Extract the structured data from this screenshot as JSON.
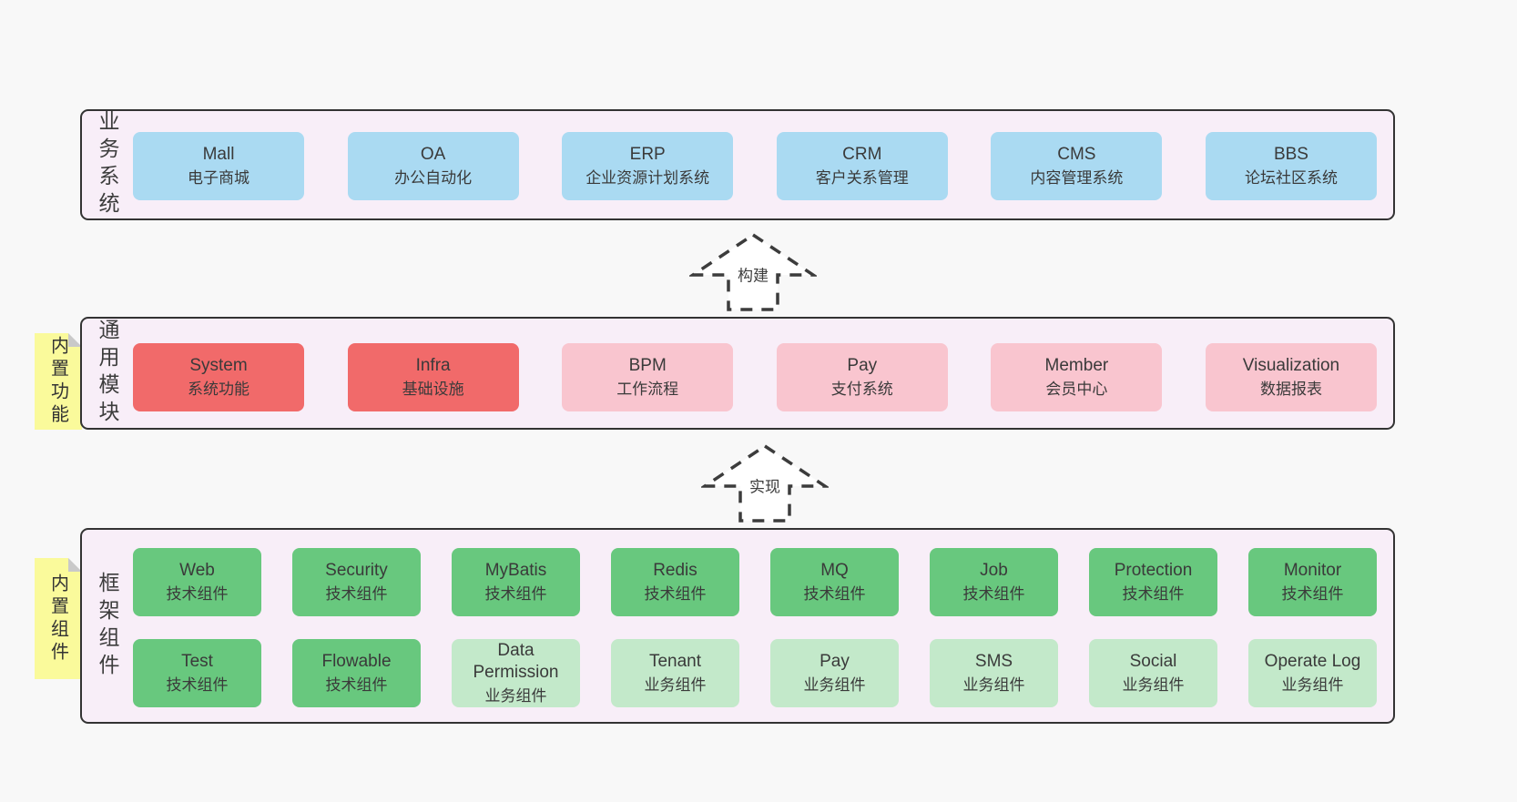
{
  "page": {
    "background": "#f8f8f8"
  },
  "colors": {
    "band_fill": "#f8eef8",
    "band_border": "#333333",
    "blue": "#aadaf2",
    "red": "#f16a6a",
    "pink": "#f9c5cf",
    "green": "#68c87e",
    "green_light": "#c3e9ca",
    "note_yellow": "#fafa9b",
    "text": "#3a3a3a"
  },
  "arrows": [
    {
      "label": "构建"
    },
    {
      "label": "实现"
    }
  ],
  "notes": [
    {
      "label": "内置功能"
    },
    {
      "label": "内置组件"
    }
  ],
  "bands": [
    {
      "label": "业务系统",
      "boxes": [
        {
          "name": "Mall",
          "subtitle": "电子商城",
          "variant": "blue"
        },
        {
          "name": "OA",
          "subtitle": "办公自动化",
          "variant": "blue"
        },
        {
          "name": "ERP",
          "subtitle": "企业资源计划系统",
          "variant": "blue"
        },
        {
          "name": "CRM",
          "subtitle": "客户关系管理",
          "variant": "blue"
        },
        {
          "name": "CMS",
          "subtitle": "内容管理系统",
          "variant": "blue"
        },
        {
          "name": "BBS",
          "subtitle": "论坛社区系统",
          "variant": "blue"
        }
      ]
    },
    {
      "label": "通用模块",
      "boxes": [
        {
          "name": "System",
          "subtitle": "系统功能",
          "variant": "red"
        },
        {
          "name": "Infra",
          "subtitle": "基础设施",
          "variant": "red"
        },
        {
          "name": "BPM",
          "subtitle": "工作流程",
          "variant": "pink"
        },
        {
          "name": "Pay",
          "subtitle": "支付系统",
          "variant": "pink"
        },
        {
          "name": "Member",
          "subtitle": "会员中心",
          "variant": "pink"
        },
        {
          "name": "Visualization",
          "subtitle": "数据报表",
          "variant": "pink"
        }
      ]
    },
    {
      "label": "框架组件",
      "rows": [
        {
          "boxes": [
            {
              "name": "Web",
              "subtitle": "技术组件",
              "variant": "green"
            },
            {
              "name": "Security",
              "subtitle": "技术组件",
              "variant": "green"
            },
            {
              "name": "MyBatis",
              "subtitle": "技术组件",
              "variant": "green"
            },
            {
              "name": "Redis",
              "subtitle": "技术组件",
              "variant": "green"
            },
            {
              "name": "MQ",
              "subtitle": "技术组件",
              "variant": "green"
            },
            {
              "name": "Job",
              "subtitle": "技术组件",
              "variant": "green"
            },
            {
              "name": "Protection",
              "subtitle": "技术组件",
              "variant": "green"
            },
            {
              "name": "Monitor",
              "subtitle": "技术组件",
              "variant": "green"
            }
          ]
        },
        {
          "boxes": [
            {
              "name": "Test",
              "subtitle": "技术组件",
              "variant": "green"
            },
            {
              "name": "Flowable",
              "subtitle": "技术组件",
              "variant": "green"
            },
            {
              "name": "Data Permission",
              "subtitle": "业务组件",
              "variant": "green-light"
            },
            {
              "name": "Tenant",
              "subtitle": "业务组件",
              "variant": "green-light"
            },
            {
              "name": "Pay",
              "subtitle": "业务组件",
              "variant": "green-light"
            },
            {
              "name": "SMS",
              "subtitle": "业务组件",
              "variant": "green-light"
            },
            {
              "name": "Social",
              "subtitle": "业务组件",
              "variant": "green-light"
            },
            {
              "name": "Operate Log",
              "subtitle": "业务组件",
              "variant": "green-light"
            }
          ]
        }
      ]
    }
  ]
}
